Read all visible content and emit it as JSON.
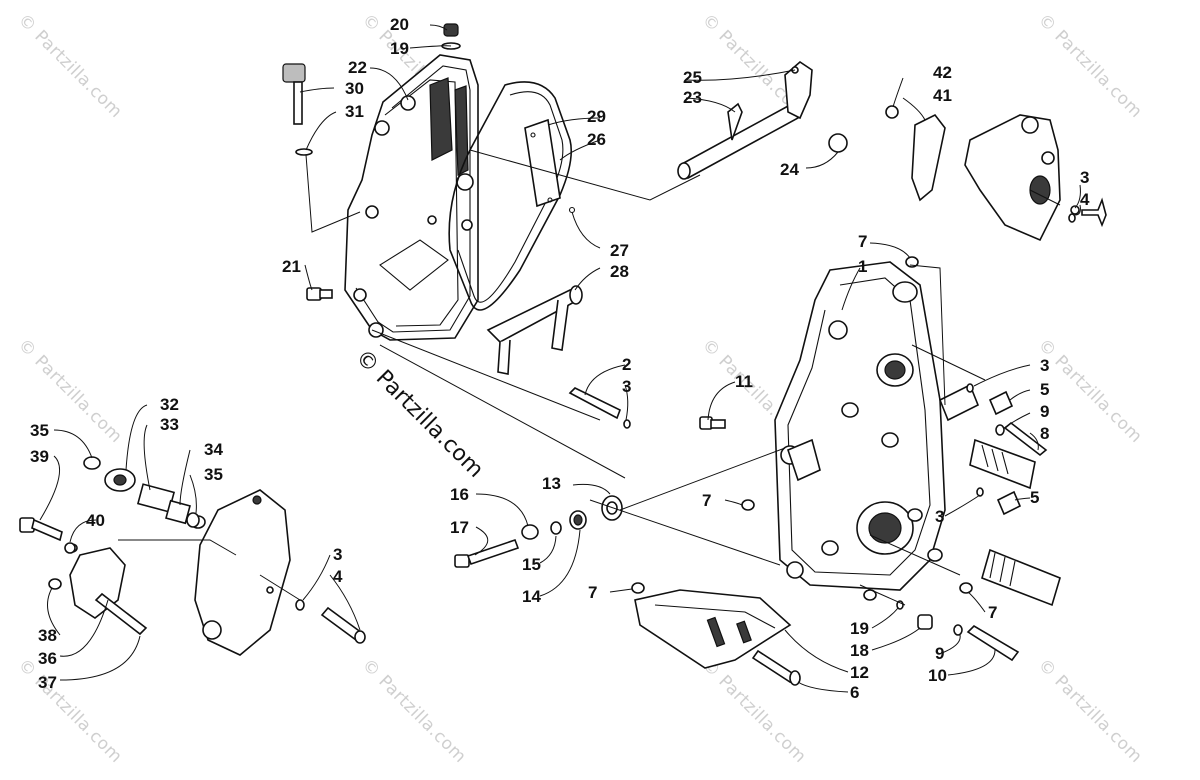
{
  "watermark": {
    "text": "© Partzilla.com",
    "main_text": "© Partzilla.com"
  },
  "callouts": {
    "n1": "1",
    "n2": "2",
    "n3": "3",
    "n4": "4",
    "n5": "5",
    "n6": "6",
    "n7": "7",
    "n8": "8",
    "n9": "9",
    "n10": "10",
    "n11": "11",
    "n12": "12",
    "n13": "13",
    "n14": "14",
    "n15": "15",
    "n16": "16",
    "n17": "17",
    "n18": "18",
    "n19": "19",
    "n20": "20",
    "n21": "21",
    "n22": "22",
    "n23": "23",
    "n24": "24",
    "n25": "25",
    "n26": "26",
    "n27": "27",
    "n28": "28",
    "n29": "29",
    "n30": "30",
    "n31": "31",
    "n32": "32",
    "n33": "33",
    "n34": "34",
    "n35": "35",
    "n36": "36",
    "n37": "37",
    "n38": "38",
    "n39": "39",
    "n40": "40",
    "n41": "41",
    "n42": "42"
  },
  "colors": {
    "ink": "#111111",
    "watermark": "#cfcfcf",
    "background": "#ffffff"
  }
}
